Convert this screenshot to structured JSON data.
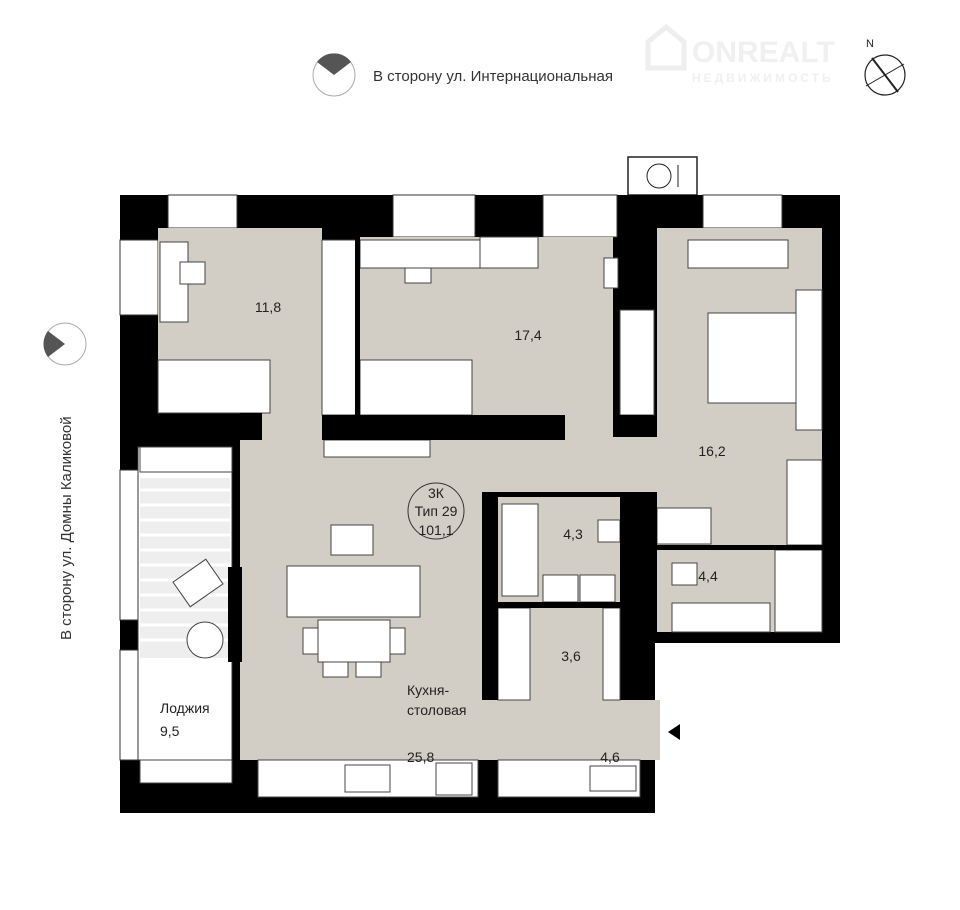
{
  "orientation": {
    "top_street": "В сторону ул. Интернациональная",
    "left_street": "В сторону ул. Домны Каликовой",
    "north_label": "N"
  },
  "watermark": {
    "brand": "ONREALT",
    "subtitle": "НЕДВИЖИМОСТЬ"
  },
  "badge": {
    "rooms": "3К",
    "type": "Тип 29",
    "total_area": "101,1"
  },
  "rooms": {
    "bedroom1": "11,8",
    "bedroom2": "17,4",
    "bedroom3": "16,2",
    "bathroom1": "4,3",
    "bathroom2": "4,4",
    "wardrobe": "3,6",
    "hallway": "4,6",
    "kitchen_name_1": "Кухня-",
    "kitchen_name_2": "столовая",
    "kitchen_area": "25,8",
    "loggia_name": "Лоджия",
    "loggia_area": "9,5"
  },
  "colors": {
    "floor": "#d3cec5",
    "wall": "#000000"
  }
}
